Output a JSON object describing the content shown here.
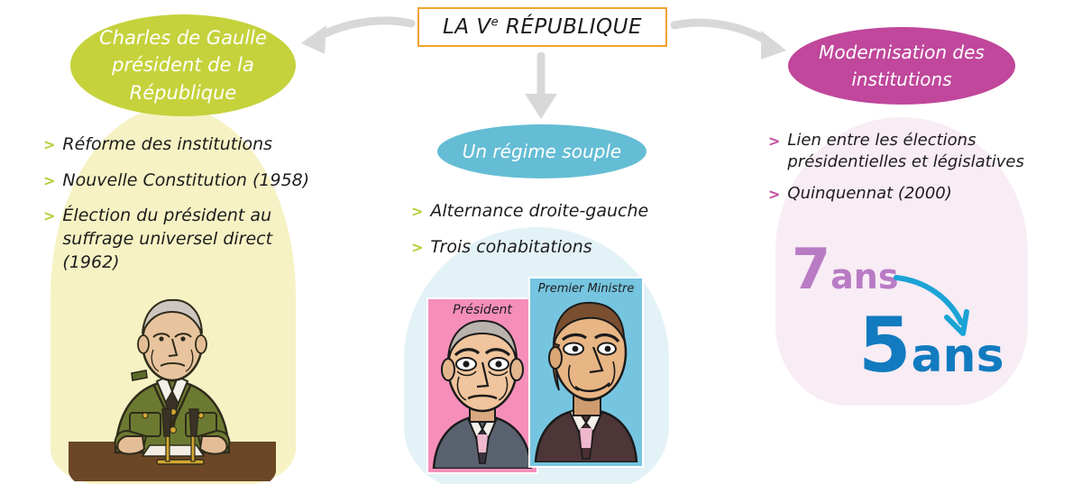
{
  "title": {
    "main": "LA V",
    "sup": "e",
    "rest": " RÉPUBLIQUE",
    "full": "LA Ve RÉPUBLIQUE"
  },
  "colors": {
    "accent_orange": "#f2a32e",
    "green": "#c5d23c",
    "pale_yellow": "#f6f2c4",
    "blue": "#64bdd4",
    "pale_blue": "#e3f2f7",
    "magenta": "#c0479b",
    "pale_pink": "#f8ecf5",
    "arrow_gray": "#d8d8d8",
    "year7_purple": "#b97bc4",
    "year5_blue": "#127bbf",
    "curve_arrow_cyan": "#1ba3d6"
  },
  "branches": {
    "left": {
      "heading": "Charles de Gaulle président de la République",
      "heading_lines": [
        "Charles de Gaulle",
        "président de la",
        "République"
      ],
      "bullet_marker": ">",
      "items": [
        "Réforme des institutions",
        "Nouvelle Constitution (1958)",
        "Élection du président au suffrage universel direct (1962)"
      ],
      "illustration": "charles-de-gaulle-at-desk-with-microphones"
    },
    "center": {
      "heading": "Un régime souple",
      "bullet_marker": ">",
      "items": [
        "Alternance droite-gauche",
        "Trois cohabitations"
      ],
      "cards": [
        {
          "label": "Président",
          "portrait": "president-portrait"
        },
        {
          "label": "Premier Ministre",
          "portrait": "prime-minister-portrait"
        }
      ]
    },
    "right": {
      "heading": "Modernisation des institutions",
      "heading_lines": [
        "Modernisation des",
        "institutions"
      ],
      "bullet_marker": ">",
      "items": [
        "Lien entre les élections présidentielles et législatives",
        "Quinquennat (2000)"
      ],
      "mandate": {
        "before_number": "7",
        "before_unit": "ans",
        "after_number": "5",
        "after_unit": "ans"
      }
    }
  },
  "connectors": {
    "to_left": "curved-arrow-left",
    "to_center": "straight-arrow-down",
    "to_right": "curved-arrow-right"
  }
}
